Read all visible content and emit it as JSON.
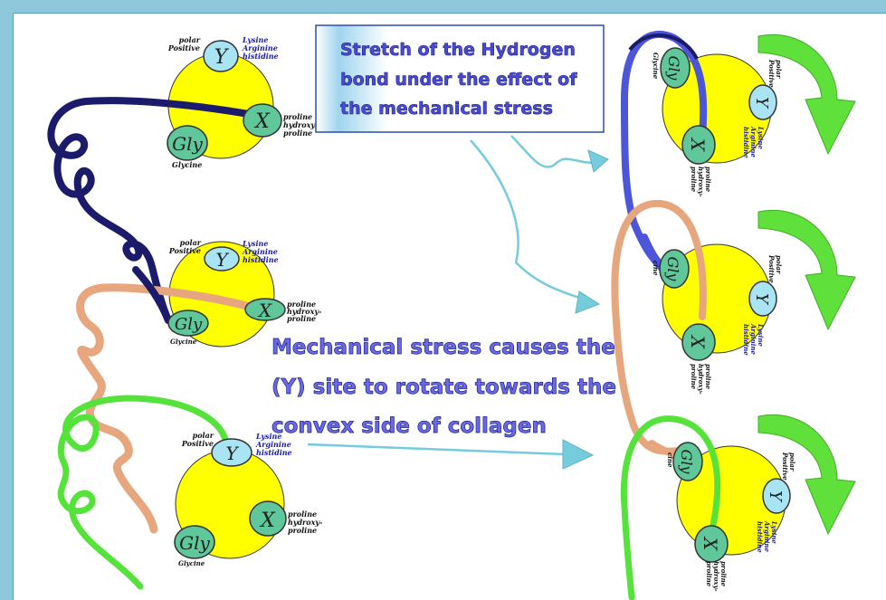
{
  "labels": {
    "polar_positive": "polar\nPositive",
    "lysine_group": "Lysine\nArginine\nhistidine",
    "proline_group": "proline\nhydroxy-\nproline",
    "glycine": "Glycine",
    "site_y": "Y",
    "site_x": "X",
    "site_gly": "Gly",
    "glycine_partial": "cine"
  },
  "callouts": {
    "hydrogen_bond": "Stretch of the Hydrogen\nbond under the effect of\nthe mechanical stress",
    "rotation": "Mechanical stress causes the\n(Y) site to rotate towards the\nconvex side of collagen"
  },
  "colors": {
    "frame": "#8fc8da",
    "circle": "#ffff00",
    "y_site": "#a9e4f5",
    "x_gly_site": "#5fc79a",
    "chain_blue": "#1b1a6b",
    "chain_blue_bright": "#4d55d8",
    "chain_peach": "#e7a67e",
    "chain_green": "#55e33b",
    "arrow_teal": "#74ccdd",
    "rotation_arrow": "#5fe03a",
    "callout_text": "#4a4ad8",
    "label_blue": "#1a1aa8"
  }
}
